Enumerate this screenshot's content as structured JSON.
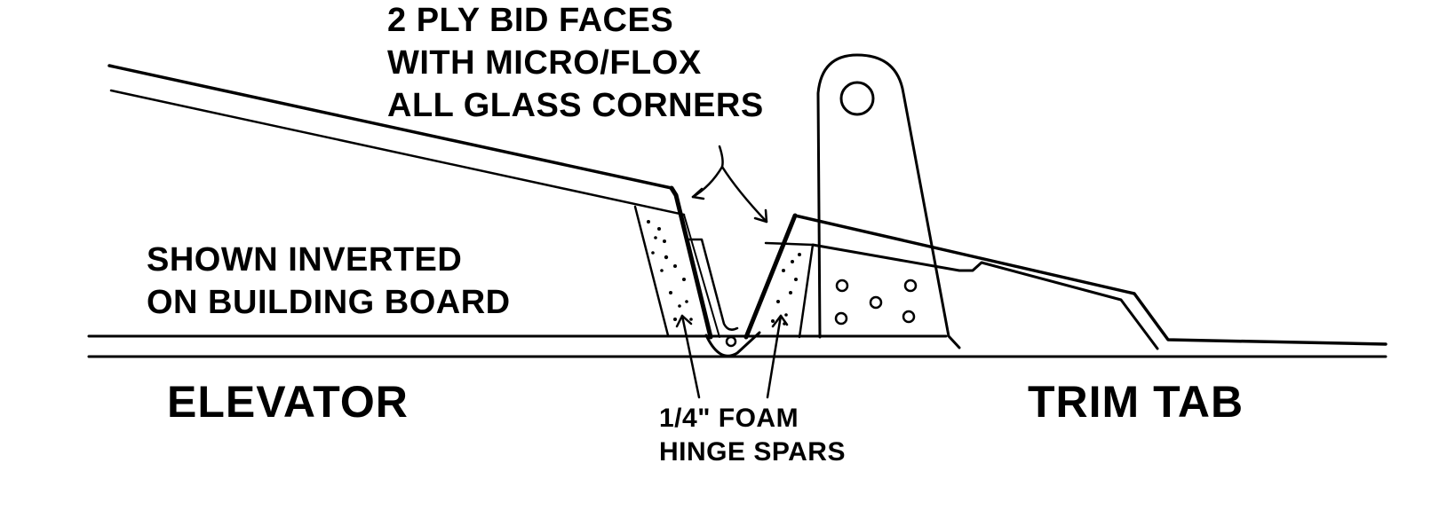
{
  "diagram": {
    "callout_top": {
      "lines": [
        "2 PLY BID FACES",
        "WITH MICRO/FLOX",
        "ALL GLASS CORNERS"
      ]
    },
    "callout_left": {
      "lines": [
        "SHOWN INVERTED",
        "ON BUILDING BOARD"
      ]
    },
    "label_elevator": "ELEVATOR",
    "label_trim_tab": "TRIM TAB",
    "callout_bottom": {
      "lines": [
        "1/4\" FOAM",
        "HINGE SPARS"
      ]
    },
    "colors": {
      "ink": "#000000",
      "background": "#ffffff"
    },
    "components": [
      "elevator-skin",
      "trim-tab-skin",
      "foam-hinge-spar-left",
      "foam-hinge-spar-right",
      "hinge-pin",
      "control-horn",
      "building-board"
    ]
  }
}
